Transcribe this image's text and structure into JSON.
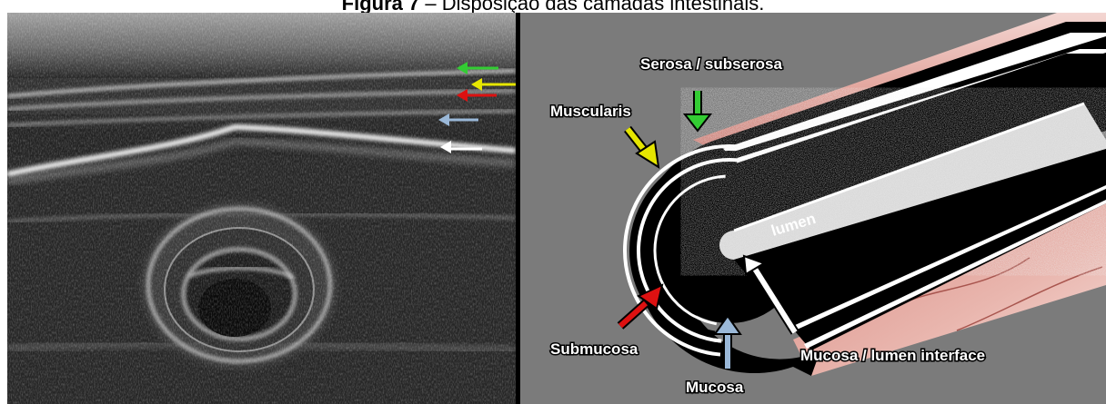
{
  "figure": {
    "number_label": "Figura 7",
    "separator": " – ",
    "caption": "Disposição das camadas intestinais."
  },
  "labels": {
    "serosa": "Serosa / subserosa",
    "muscularis": "Muscularis",
    "lumen": "lumen",
    "submucosa": "Submucosa",
    "mucosa": "Mucosa",
    "interface": "Mucosa / lumen interface"
  },
  "colors": {
    "green_arrow": "#33cc33",
    "yellow_arrow": "#e6e600",
    "red_arrow": "#dd1111",
    "blue_arrow": "#9ab8d8",
    "white_arrow": "#ffffff",
    "diagram_background": "#7b7b7b",
    "serosa_tissue": "#d99a94"
  }
}
